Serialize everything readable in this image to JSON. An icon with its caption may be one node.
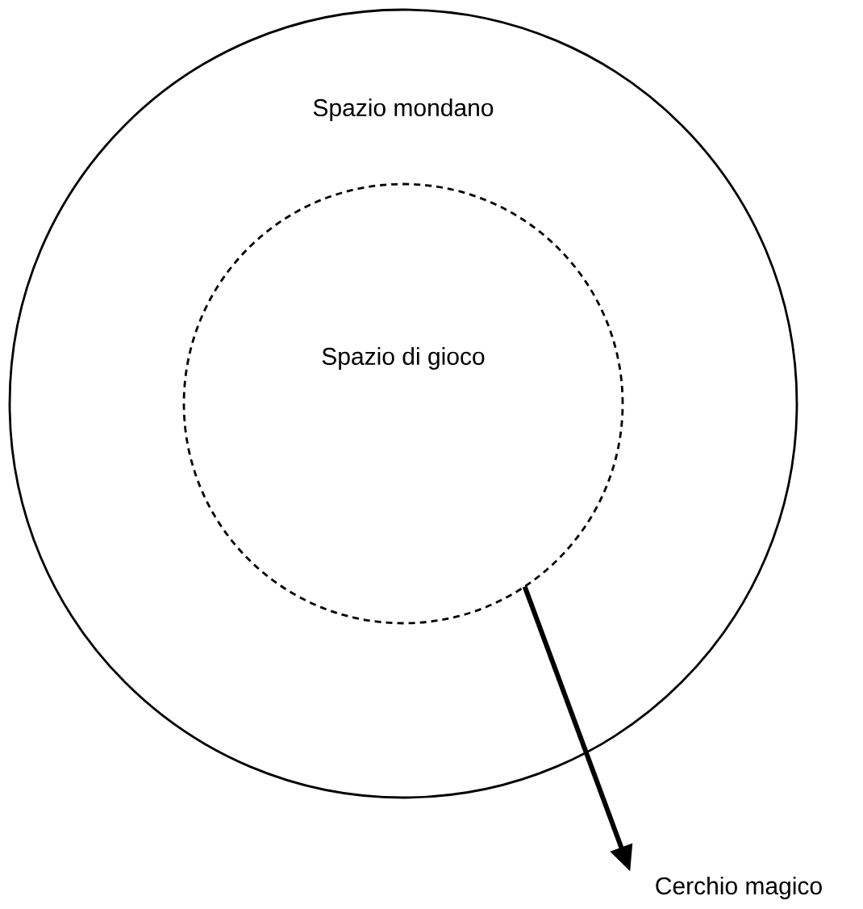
{
  "diagram": {
    "nodes": [
      {
        "text": [
          "Spazio mondano"
        ]
      },
      {
        "text": [
          "Spazio di gioco"
        ],
        "in": 0
      },
      {
        "text": [
          "Cerchio magico"
        ]
      }
    ],
    "edges": [
      {
        "from": 1,
        "to": 2,
        "arrow": "to"
      }
    ]
  }
}
